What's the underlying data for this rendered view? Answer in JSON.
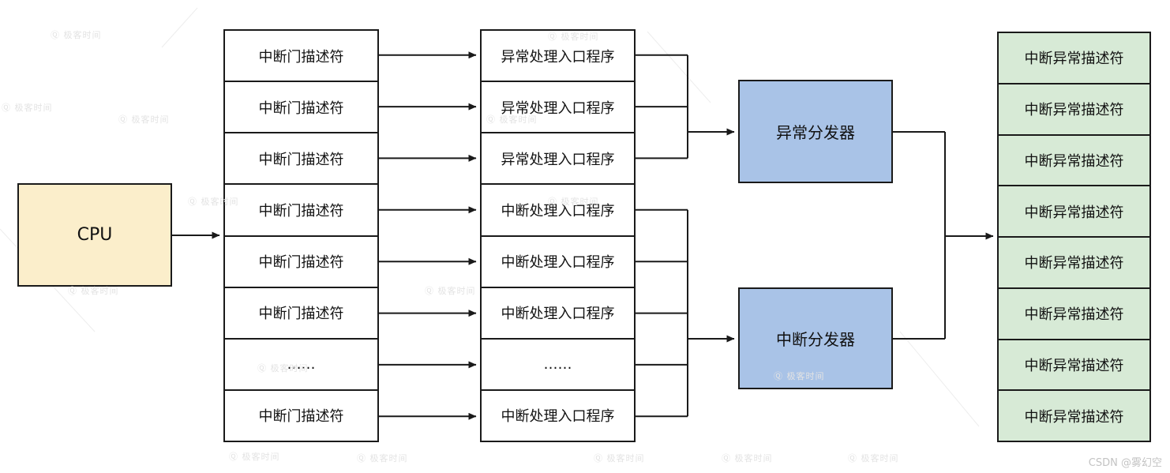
{
  "cpu": {
    "label": "CPU"
  },
  "idt_column": {
    "rows": [
      "中断门描述符",
      "中断门描述符",
      "中断门描述符",
      "中断门描述符",
      "中断门描述符",
      "中断门描述符",
      "……",
      "中断门描述符"
    ]
  },
  "entry_column": {
    "rows": [
      "异常处理入口程序",
      "异常处理入口程序",
      "异常处理入口程序",
      "中断处理入口程序",
      "中断处理入口程序",
      "中断处理入口程序",
      "……",
      "中断处理入口程序"
    ]
  },
  "dispatchers": {
    "exception": "异常分发器",
    "interrupt": "中断分发器"
  },
  "descriptor_column": {
    "rows": [
      "中断异常描述符",
      "中断异常描述符",
      "中断异常描述符",
      "中断异常描述符",
      "中断异常描述符",
      "中断异常描述符",
      "中断异常描述符",
      "中断异常描述符"
    ]
  },
  "watermark": {
    "text": "Ⓠ 极客时间"
  },
  "credit": "CSDN @雾幻空",
  "colors": {
    "cpu_fill": "#FBEECB",
    "dispatcher_fill": "#A9C3E7",
    "descriptor_fill": "#D7EAD6",
    "border": "#1a1a1a",
    "line": "#1a1a1a"
  }
}
